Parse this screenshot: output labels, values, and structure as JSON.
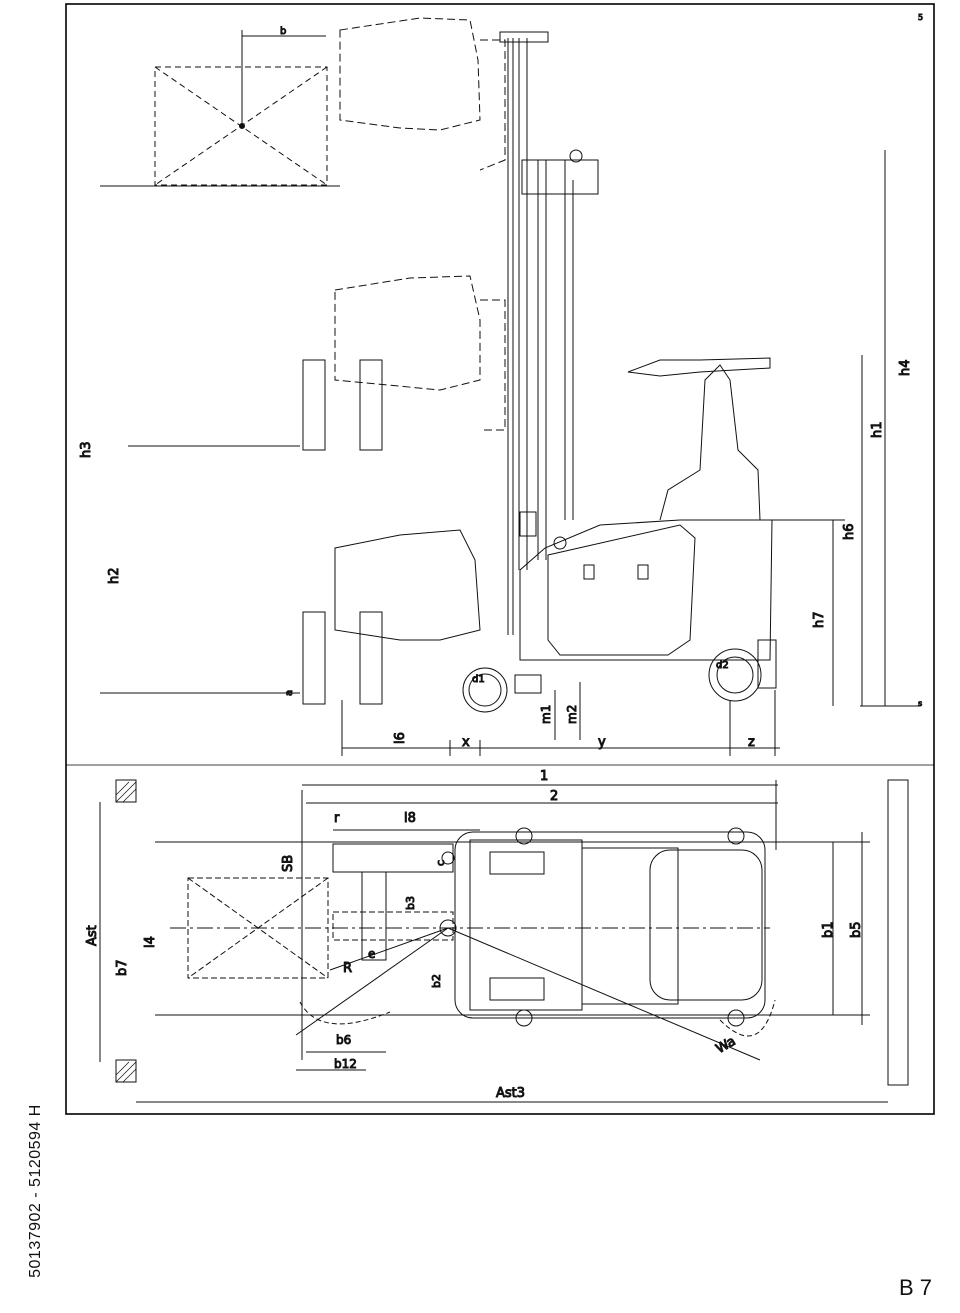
{
  "document": {
    "side_code": "50137902 - 5120594 H",
    "page_number": "B 7"
  },
  "side_view": {
    "height_labels": [
      "h3",
      "h2",
      "h4",
      "h1",
      "h6",
      "h7"
    ],
    "length_labels": [
      "l6",
      "x",
      "y",
      "z",
      "m1",
      "m2",
      "a"
    ],
    "diameter_labels": [
      "d1",
      "d2"
    ],
    "load_dim": "b",
    "marks": [
      "s",
      "5"
    ]
  },
  "top_view": {
    "overall_lengths": [
      "1",
      "2"
    ],
    "misc_labels": [
      "r",
      "l8",
      "SB",
      "c",
      "b3",
      "e",
      "R",
      "b6",
      "b12",
      "b2"
    ],
    "width_labels": [
      "b1",
      "b5",
      "b7",
      "Ast",
      "l4"
    ],
    "aisle_label": "Ast3",
    "turning_label": "Wa"
  }
}
